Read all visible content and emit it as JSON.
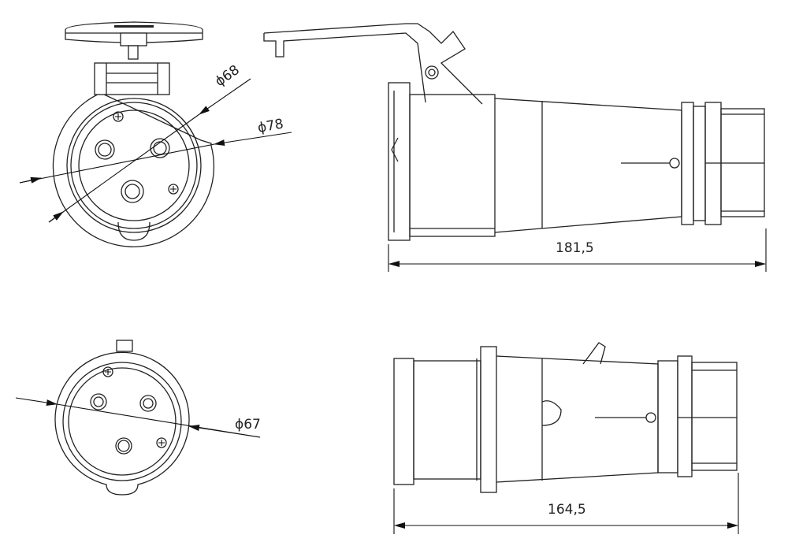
{
  "views": {
    "socket_front": {
      "dim_inner": "ϕ68",
      "dim_outer": "ϕ78"
    },
    "socket_side": {
      "dim_length": "181,5"
    },
    "plug_front": {
      "dim_outer": "ϕ67"
    },
    "plug_side": {
      "dim_length": "164,5"
    }
  }
}
